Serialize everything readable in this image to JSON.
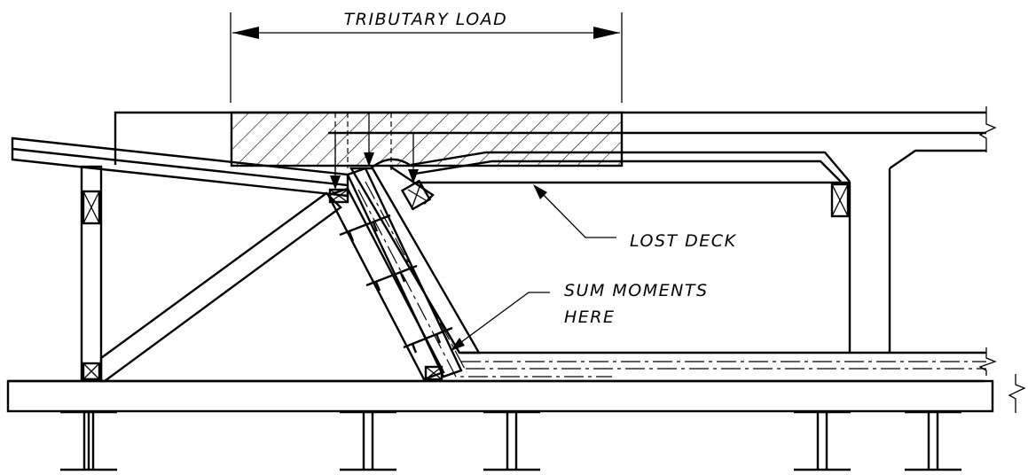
{
  "labels": {
    "tributary_load": "TRIBUTARY LOAD",
    "lost_deck": "LOST DECK",
    "sum_moments_line1": "SUM MOMENTS",
    "sum_moments_line2": "HERE"
  },
  "colors": {
    "ink": "#000000",
    "paper": "#ffffff"
  }
}
